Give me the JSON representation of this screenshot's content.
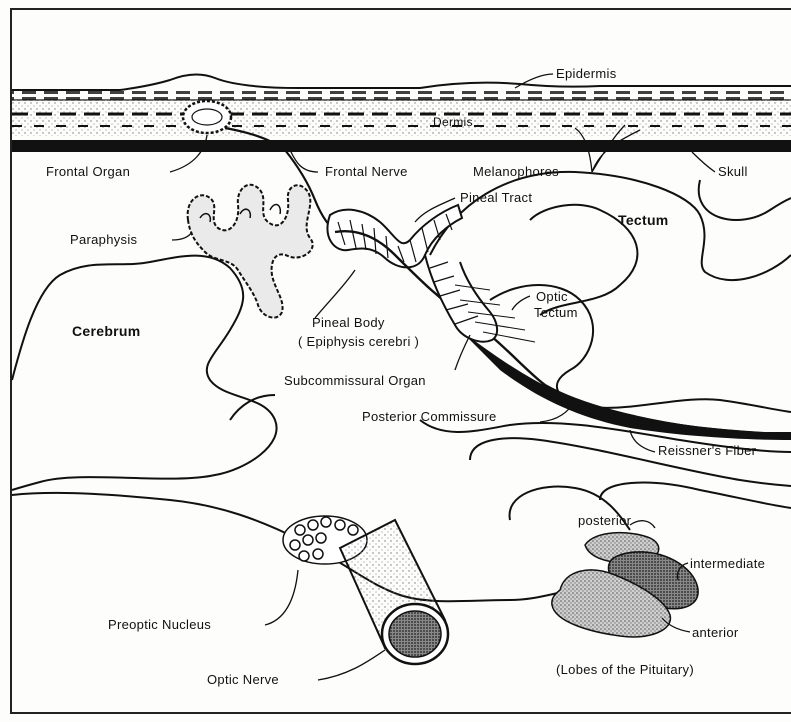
{
  "labels": {
    "epidermis": "Epidermis",
    "dermis": "Dermis",
    "frontal_organ": "Frontal Organ",
    "frontal_nerve": "Frontal Nerve",
    "melanophores": "Melanophores",
    "skull": "Skull",
    "pineal_tract": "Pineal Tract",
    "tectum": "Tectum",
    "paraphysis": "Paraphysis",
    "optic_tectum_1": "Optic",
    "optic_tectum_2": "Tectum",
    "cerebrum": "Cerebrum",
    "pineal_body": "Pineal Body",
    "epiphysis": "( Epiphysis cerebri )",
    "subcommissural_organ": "Subcommissural Organ",
    "posterior_commissure": "Posterior Commissure",
    "reissners_fiber": "Reissner's Fiber",
    "posterior": "posterior",
    "intermediate": "intermediate",
    "preoptic_nucleus": "Preoptic Nucleus",
    "anterior": "anterior",
    "lobes_pituitary": "(Lobes of the Pituitary)",
    "optic_nerve": "Optic Nerve"
  },
  "colors": {
    "ink": "#111111",
    "paper": "#fdfdfb",
    "stipple": "#9a9a9a"
  }
}
